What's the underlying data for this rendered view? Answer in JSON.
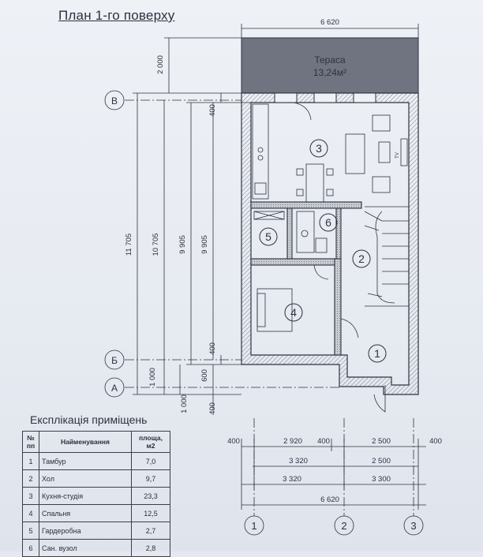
{
  "title": "План 1-го поверху",
  "terrace": {
    "label": "Тераса",
    "area": "13,24м²"
  },
  "rooms": [
    "3",
    "6",
    "5",
    "2",
    "4",
    "1"
  ],
  "axes_rows": [
    "В",
    "Б",
    "А"
  ],
  "axes_cols": [
    "1",
    "2",
    "3"
  ],
  "dims_top": {
    "overall": "6 620"
  },
  "dims_left": {
    "d2000": "2 000",
    "d400a": "400",
    "d11705": "11 705",
    "d10705": "10 705",
    "d9905a": "9 905",
    "d9905b": "9 905",
    "d400b": "400",
    "d1000a": "1 000",
    "d600": "600",
    "d1000b": "1 000",
    "d400c": "400"
  },
  "dims_bottom": {
    "r1": [
      "400",
      "2 920",
      "400",
      "2 500",
      "400"
    ],
    "r2": [
      "3 320",
      "2 500"
    ],
    "r3": [
      "3 320",
      "3 300"
    ],
    "r4": "6 620"
  },
  "tv_label": "TV",
  "explication": {
    "title": "Експлікація приміщень",
    "headers": {
      "num": "№ пп",
      "name": "Найменування",
      "area": "площа, м2"
    },
    "rows": [
      {
        "num": "1",
        "name": "Тамбур",
        "area": "7,0"
      },
      {
        "num": "2",
        "name": "Хол",
        "area": "9,7"
      },
      {
        "num": "3",
        "name": "Кухня-студія",
        "area": "23,3"
      },
      {
        "num": "4",
        "name": "Спальня",
        "area": "12,5"
      },
      {
        "num": "5",
        "name": "Гардеробна",
        "area": "2,7"
      },
      {
        "num": "6",
        "name": "Сан. вузол",
        "area": "2,8"
      }
    ]
  }
}
